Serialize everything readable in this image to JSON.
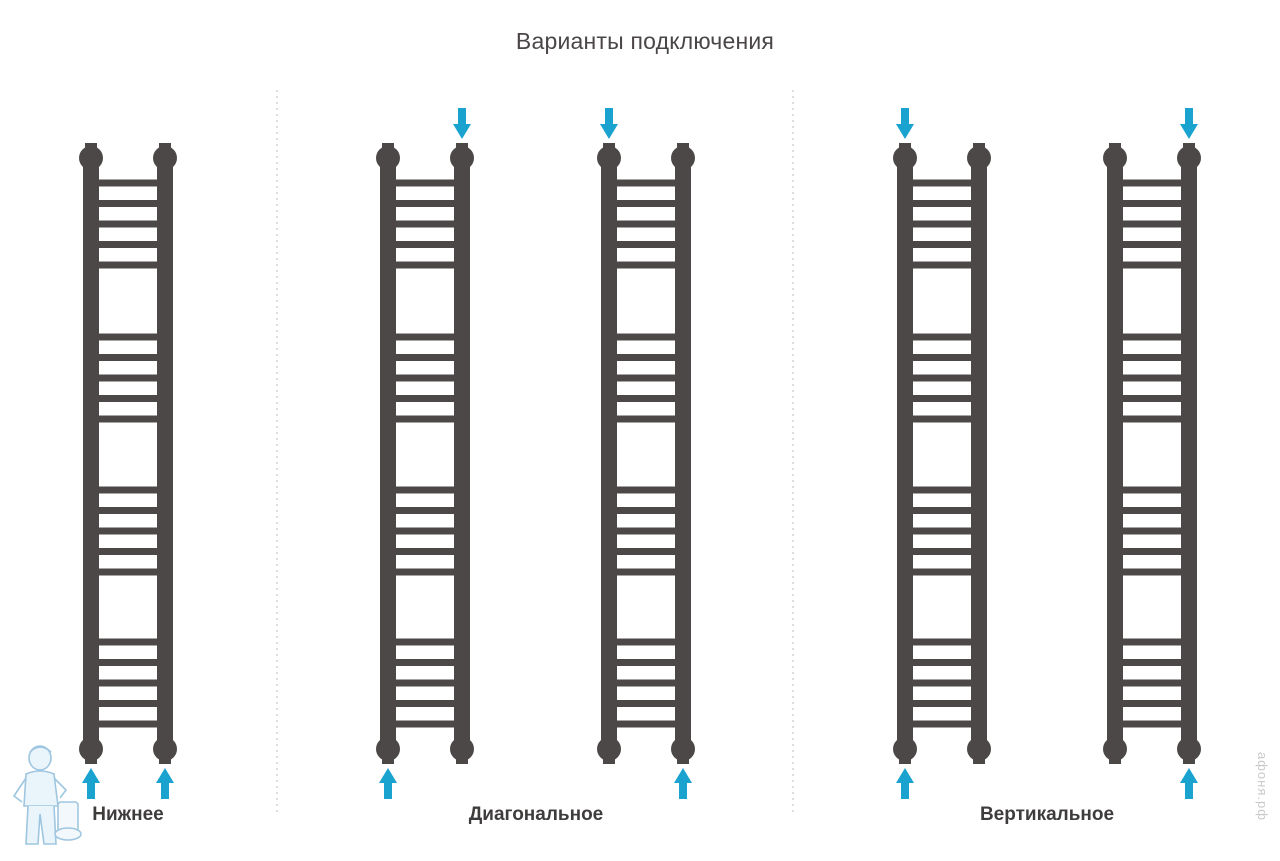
{
  "title": "Варианты подключения",
  "groups": [
    {
      "label": "Нижнее",
      "radiators": [
        {
          "inlet": "bottom-left",
          "outlet": "bottom-right"
        }
      ]
    },
    {
      "label": "Диагональное",
      "radiators": [
        {
          "inlet": "top-right",
          "outlet": "bottom-left"
        },
        {
          "inlet": "top-left",
          "outlet": "bottom-right"
        }
      ]
    },
    {
      "label": "Вертикальное",
      "radiators": [
        {
          "inlet": "top-left",
          "outlet": "bottom-left"
        },
        {
          "inlet": "top-right",
          "outlet": "bottom-right"
        }
      ]
    }
  ],
  "rung_blocks": 4,
  "rungs_per_block": 5,
  "colors": {
    "frame": "#4d4848",
    "arrow": "#1aa3cf",
    "divider": "#c8c8c8"
  },
  "watermark": "афоня.рф",
  "icons": [
    "flow-arrow-icon",
    "plumber-mascot-icon"
  ]
}
